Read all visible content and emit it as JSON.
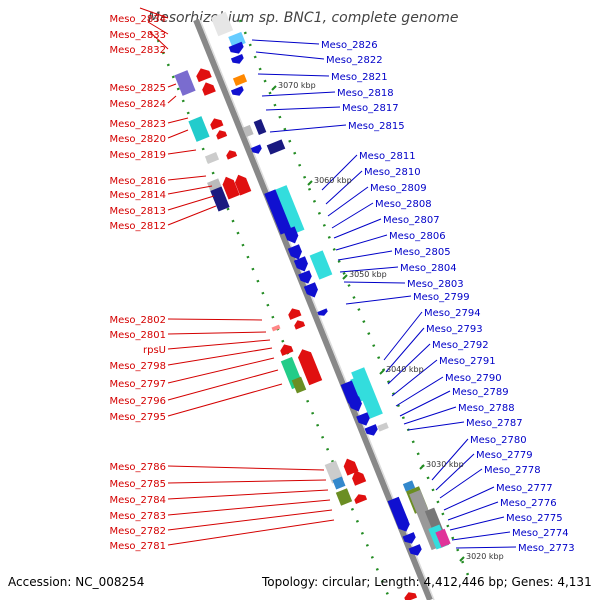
{
  "title": "Mesorhizobium sp. BNC1, complete genome",
  "footer": {
    "accession_label": "Accession:",
    "accession": "NC_008254",
    "topology_label": "Topology:",
    "topology": "circular;",
    "length_label": "Length:",
    "length": "4,412,446 bp;",
    "genes_label": "Genes:",
    "genes": "4,131"
  },
  "colors": {
    "reverse_strand_label": "#d40000",
    "forward_strand_label": "#0000c8",
    "backbone": "#888888",
    "tick_mark": "#228b22"
  },
  "kbp_markers": [
    "3070 kbp",
    "3060 kbp",
    "3050 kbp",
    "3040 kbp",
    "3030 kbp",
    "3020 kbp"
  ],
  "left_labels": [
    "Meso_2834",
    "Meso_2833",
    "Meso_2832",
    "Meso_2825",
    "Meso_2824",
    "Meso_2823",
    "Meso_2820",
    "Meso_2819",
    "Meso_2816",
    "Meso_2814",
    "Meso_2813",
    "Meso_2812",
    "Meso_2802",
    "Meso_2801",
    "rpsU",
    "Meso_2798",
    "Meso_2797",
    "Meso_2796",
    "Meso_2795",
    "Meso_2786",
    "Meso_2785",
    "Meso_2784",
    "Meso_2783",
    "Meso_2782",
    "Meso_2781"
  ],
  "right_labels": [
    "Meso_2826",
    "Meso_2822",
    "Meso_2821",
    "Meso_2818",
    "Meso_2817",
    "Meso_2815",
    "Meso_2811",
    "Meso_2810",
    "Meso_2809",
    "Meso_2808",
    "Meso_2807",
    "Meso_2806",
    "Meso_2805",
    "Meso_2804",
    "Meso_2803",
    "Meso_2799",
    "Meso_2794",
    "Meso_2793",
    "Meso_2792",
    "Meso_2791",
    "Meso_2790",
    "Meso_2789",
    "Meso_2788",
    "Meso_2787",
    "Meso_2780",
    "Meso_2779",
    "Meso_2778",
    "Meso_2777",
    "Meso_2776",
    "Meso_2775",
    "Meso_2774",
    "Meso_2773"
  ]
}
